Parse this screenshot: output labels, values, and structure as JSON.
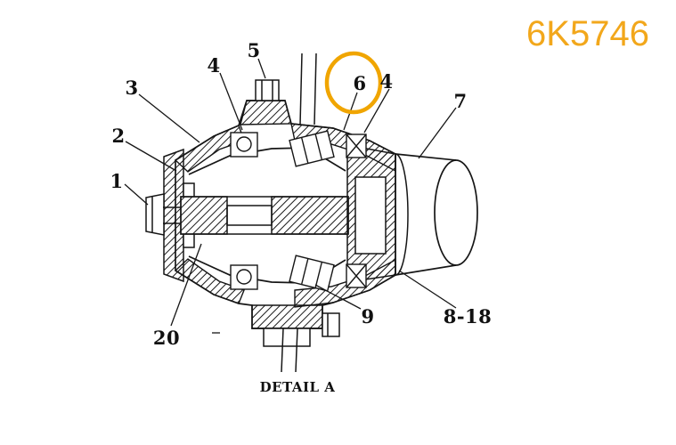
{
  "page": {
    "part_number": "6K5746",
    "caption": "DETAIL A",
    "background": "#ffffff"
  },
  "colors": {
    "highlight_orange": "#F0A500",
    "part_number_orange": "#F2A71B",
    "line_black": "#161616"
  },
  "callouts": {
    "c1": "1",
    "c2": "2",
    "c3": "3",
    "c4_left": "4",
    "c5": "5",
    "c6": "6",
    "c4_right": "4",
    "c7": "7",
    "c8_18": "8-18",
    "c9": "9",
    "c20": "20"
  },
  "highlight": {
    "shape": "circle",
    "encircles_callout": "6",
    "color": "#F0A500"
  }
}
